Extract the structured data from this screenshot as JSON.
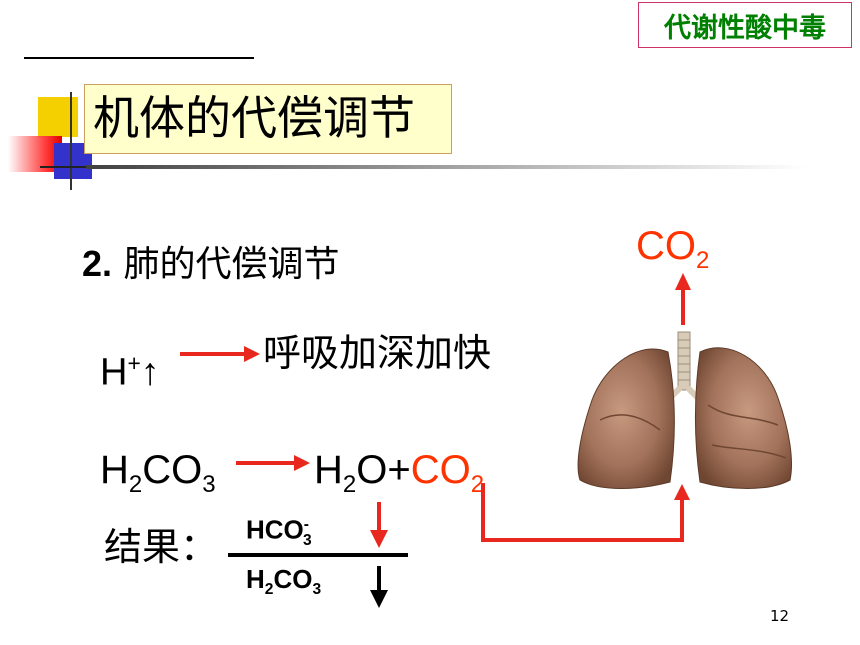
{
  "tag": "代谢性酸中毒",
  "title": "机体的代偿调节",
  "subtitle_num": "2.",
  "subtitle_text": " 肺的代偿调节",
  "h_ion": {
    "base": "H",
    "sup": "+",
    "arrow": "↑"
  },
  "breathing": "呼吸加深加快",
  "reaction": {
    "reactant": {
      "a": "H",
      "a_sub": "2",
      "b": "CO",
      "b_sub": "3"
    },
    "product_water": {
      "a": "H",
      "a_sub": "2",
      "b": "O+"
    },
    "product_co2": {
      "a": "CO",
      "a_sub": "2"
    }
  },
  "co2_top": {
    "a": "CO",
    "a_sub": "2"
  },
  "result_label": "结果：",
  "fraction": {
    "numerator": {
      "a": "HCO",
      "a_sup": "-",
      "a_sub": "3"
    },
    "denominator": {
      "a": "H",
      "a_sub": "2",
      "b": "CO",
      "b_sub": "3"
    }
  },
  "page_number": "12",
  "colors": {
    "accent_red": "#ff3300",
    "tag_green": "#008000",
    "title_bg": "#ffffcc"
  },
  "icons": [
    "lungs-image",
    "arrow-right-icon",
    "arrow-up-icon",
    "arrow-down-icon"
  ]
}
